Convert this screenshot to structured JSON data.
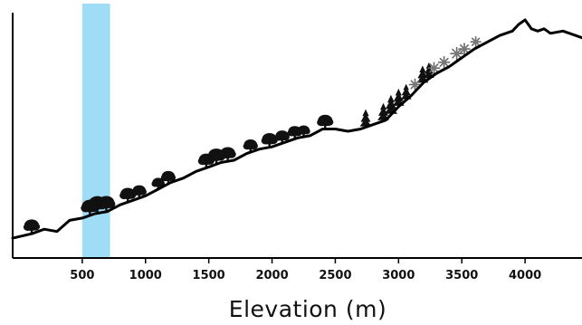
{
  "chart_data": {
    "type": "area",
    "title": "",
    "xlabel": "Elevation (m)",
    "ylabel": "",
    "xlim": [
      -50,
      4450
    ],
    "ylim": [
      0,
      1
    ],
    "grid": false,
    "legend": "none",
    "tick_values": [
      500,
      1000,
      1500,
      2000,
      2500,
      3000,
      3500,
      4000
    ],
    "tick_labels": [
      "500",
      "1000",
      "1500",
      "2000",
      "2500",
      "3000",
      "3500",
      "4000"
    ],
    "highlight_band": {
      "x_range": [
        500,
        720
      ],
      "color": "#9fdcf5"
    },
    "terrain_profile": {
      "x": [
        -50,
        100,
        200,
        300,
        400,
        500,
        600,
        700,
        800,
        900,
        1000,
        1100,
        1200,
        1300,
        1400,
        1500,
        1600,
        1700,
        1800,
        1900,
        2000,
        2100,
        2200,
        2300,
        2400,
        2500,
        2600,
        2700,
        2800,
        2900,
        3000,
        3100,
        3200,
        3300,
        3400,
        3500,
        3600,
        3700,
        3800,
        3900,
        3950,
        4000,
        4050,
        4100,
        4150,
        4200,
        4300,
        4400,
        4450
      ],
      "y": [
        0.02,
        0.04,
        0.06,
        0.05,
        0.1,
        0.11,
        0.13,
        0.14,
        0.17,
        0.19,
        0.21,
        0.24,
        0.27,
        0.29,
        0.32,
        0.34,
        0.36,
        0.37,
        0.4,
        0.42,
        0.43,
        0.45,
        0.47,
        0.48,
        0.51,
        0.51,
        0.5,
        0.51,
        0.53,
        0.55,
        0.61,
        0.66,
        0.72,
        0.76,
        0.79,
        0.83,
        0.87,
        0.9,
        0.93,
        0.95,
        0.98,
        1.0,
        0.96,
        0.95,
        0.96,
        0.94,
        0.95,
        0.93,
        0.92
      ],
      "color": "#000000"
    },
    "vegetation": [
      {
        "x": 100,
        "kind": "broadleaf-tree",
        "size": 1.0
      },
      {
        "x": 560,
        "kind": "broadleaf-tree",
        "size": 1.1
      },
      {
        "x": 620,
        "kind": "broadleaf-tree",
        "size": 1.2
      },
      {
        "x": 690,
        "kind": "broadleaf-tree",
        "size": 1.1
      },
      {
        "x": 860,
        "kind": "broadleaf-tree",
        "size": 1.0
      },
      {
        "x": 950,
        "kind": "broadleaf-tree",
        "size": 0.9
      },
      {
        "x": 1100,
        "kind": "broadleaf-tree",
        "size": 0.8
      },
      {
        "x": 1180,
        "kind": "broadleaf-tree",
        "size": 0.9
      },
      {
        "x": 1480,
        "kind": "broadleaf-tree",
        "size": 1.0
      },
      {
        "x": 1560,
        "kind": "broadleaf-tree",
        "size": 1.1
      },
      {
        "x": 1650,
        "kind": "broadleaf-tree",
        "size": 1.0
      },
      {
        "x": 1830,
        "kind": "broadleaf-tree",
        "size": 0.9
      },
      {
        "x": 1980,
        "kind": "broadleaf-tree",
        "size": 1.0
      },
      {
        "x": 2080,
        "kind": "broadleaf-tree",
        "size": 0.9
      },
      {
        "x": 2180,
        "kind": "broadleaf-tree",
        "size": 0.9
      },
      {
        "x": 2250,
        "kind": "broadleaf-tree",
        "size": 0.8
      },
      {
        "x": 2420,
        "kind": "broadleaf-tree",
        "size": 1.0
      },
      {
        "x": 2740,
        "kind": "conifer",
        "size": 1.0
      },
      {
        "x": 2880,
        "kind": "conifer",
        "size": 1.0
      },
      {
        "x": 2940,
        "kind": "conifer",
        "size": 1.1
      },
      {
        "x": 3000,
        "kind": "conifer",
        "size": 1.0
      },
      {
        "x": 3060,
        "kind": "conifer",
        "size": 0.9
      },
      {
        "x": 3190,
        "kind": "conifer",
        "size": 1.0
      },
      {
        "x": 3240,
        "kind": "conifer",
        "size": 0.9
      },
      {
        "x": 3130,
        "kind": "alpine-shrub",
        "size": 1.0
      },
      {
        "x": 3280,
        "kind": "alpine-shrub",
        "size": 1.0
      },
      {
        "x": 3360,
        "kind": "alpine-shrub",
        "size": 1.0
      },
      {
        "x": 3460,
        "kind": "alpine-shrub",
        "size": 1.1
      },
      {
        "x": 3520,
        "kind": "alpine-shrub",
        "size": 1.0
      },
      {
        "x": 3610,
        "kind": "alpine-shrub",
        "size": 0.9
      }
    ]
  }
}
